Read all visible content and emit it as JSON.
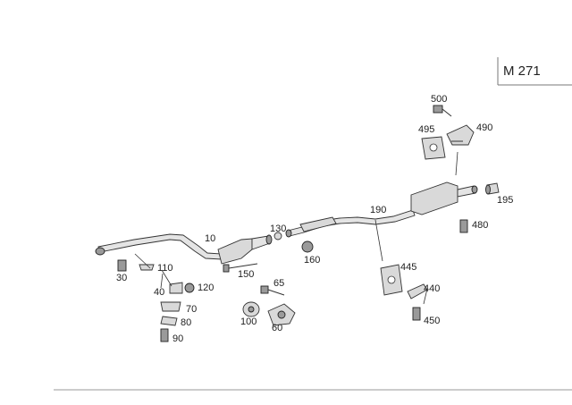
{
  "model_label": "M 271",
  "callouts": {
    "c10": "10",
    "c30": "30",
    "c40": "40",
    "c60": "60",
    "c65": "65",
    "c70": "70",
    "c80": "80",
    "c90": "90",
    "c100": "100",
    "c110": "110",
    "c120": "120",
    "c130": "130",
    "c150": "150",
    "c160": "160",
    "c190": "190",
    "c195": "195",
    "c440": "440",
    "c445": "445",
    "c450": "450",
    "c480": "480",
    "c490": "490",
    "c495": "495",
    "c500": "500"
  }
}
